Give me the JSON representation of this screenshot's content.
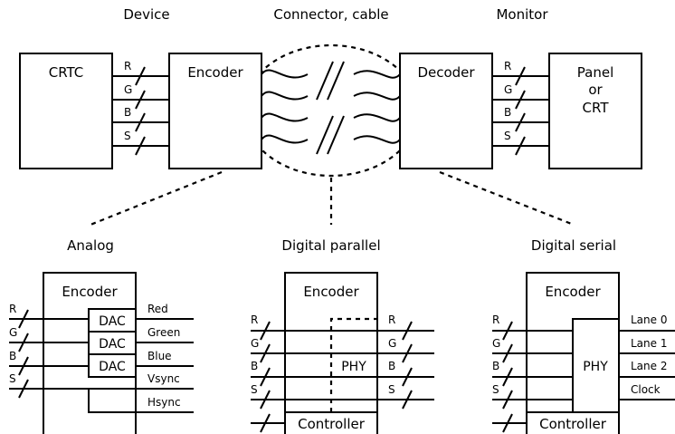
{
  "top": {
    "headers": {
      "device": "Device",
      "connector": "Connector, cable",
      "monitor": "Monitor"
    },
    "crtc": "CRTC",
    "encoder": "Encoder",
    "decoder": "Decoder",
    "panel": [
      "Panel",
      "or",
      "CRT"
    ],
    "signals": [
      "R",
      "G",
      "B",
      "S"
    ]
  },
  "analog": {
    "title": "Analog",
    "encoder": "Encoder",
    "inputs": [
      "R",
      "G",
      "B",
      "S"
    ],
    "dac": "DAC",
    "outputs": [
      "Red",
      "Green",
      "Blue",
      "Vsync",
      "Hsync"
    ]
  },
  "parallel": {
    "title": "Digital parallel",
    "encoder": "Encoder",
    "inputs": [
      "R",
      "G",
      "B",
      "S"
    ],
    "phy": "PHY",
    "outputs": [
      "R",
      "G",
      "B",
      "S"
    ],
    "controller": "Controller"
  },
  "serial": {
    "title": "Digital serial",
    "encoder": "Encoder",
    "inputs": [
      "R",
      "G",
      "B",
      "S"
    ],
    "phy": "PHY",
    "outputs": [
      "Lane 0",
      "Lane 1",
      "Lane 2",
      "Clock"
    ],
    "controller": "Controller"
  }
}
